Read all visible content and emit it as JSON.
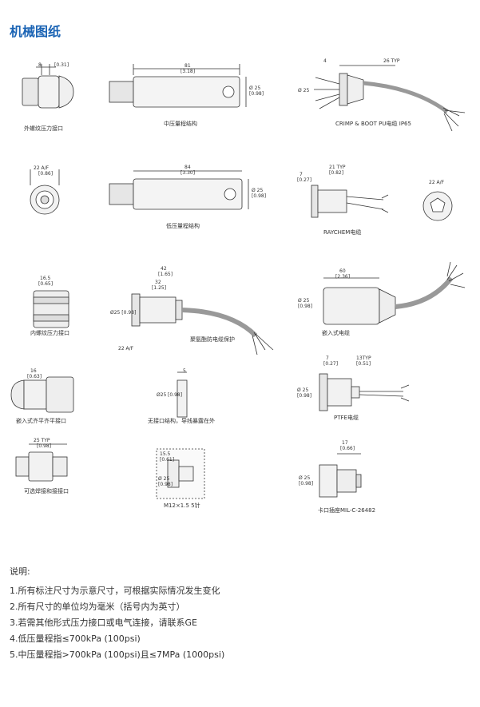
{
  "title": "机械图纸",
  "captions": {
    "c1": "外螺纹压力接口",
    "c2": "中压量程结构",
    "c3": "CRIMP & BOOT PU电缆 IP65",
    "c4": "低压量程结构",
    "c5": "RAYCHEM电缆",
    "c6": "内螺纹压力接口",
    "c7": "聚氨酯防电缆保护",
    "c8": "嵌入式电缆",
    "c9": "嵌入式齐平齐平接口",
    "c10": "无接口结构，导线暴露在外",
    "c11": "PTFE电缆",
    "c12": "可选焊接和接接口",
    "c13": "M12×1.5 5针",
    "c14": "卡口插座MIL-C-26482"
  },
  "dims": {
    "d1a": "8",
    "d1b": "[0.31]",
    "d2a": "81",
    "d2b": "[3.18]",
    "d2c": "Ø 25",
    "d2d": "[0.98]",
    "d3a": "4",
    "d3b": "26 TYP",
    "d3c": "Ø 25",
    "d4a": "22 A/F",
    "d4b": "[0.86]",
    "d5a": "84",
    "d5b": "[3.30]",
    "d5c": "Ø 25",
    "d5d": "[0.98]",
    "d6a": "7",
    "d6b": "[0.27]",
    "d6c": "21 TYP",
    "d6d": "[0.82]",
    "d7a": "22 A/F",
    "d8a": "16.5",
    "d8b": "[0.65]",
    "d9a": "42",
    "d9b": "[1.65]",
    "d9c": "32",
    "d9d": "[1.25]",
    "d9e": "Ø25 [0.98]",
    "d9f": "22 A/F",
    "d10a": "60",
    "d10b": "[2.36]",
    "d10c": "Ø 25",
    "d10d": "[0.98]",
    "d11a": "16",
    "d11b": "[0.63]",
    "d12a": "5",
    "d12b": "Ø25",
    "d12c": "[0.98]",
    "d13a": "7",
    "d13b": "[0.27]",
    "d13c": "13TYP",
    "d13d": "[0.51]",
    "d13e": "Ø 25",
    "d13f": "[0.98]",
    "d14a": "25 TYP",
    "d14b": "[0.98]",
    "d15a": "15.5",
    "d15b": "[0.61]",
    "d15c": "Ø 25",
    "d15d": "[0.98]",
    "d16a": "17",
    "d16b": "[0.66]",
    "d16c": "Ø 25",
    "d16d": "[0.98]"
  },
  "notes": {
    "heading": "说明:",
    "items": [
      "1.所有标注尺寸为示意尺寸，可根据实际情况发生变化",
      "2.所有尺寸的单位均为毫米（括号内为英寸）",
      "3.若需其他形式压力接口或电气连接，请联系GE",
      "4.低压量程指≤700kPa (100psi)",
      "5.中压量程指>700kPa (100psi)且≤7MPa (1000psi)"
    ]
  }
}
